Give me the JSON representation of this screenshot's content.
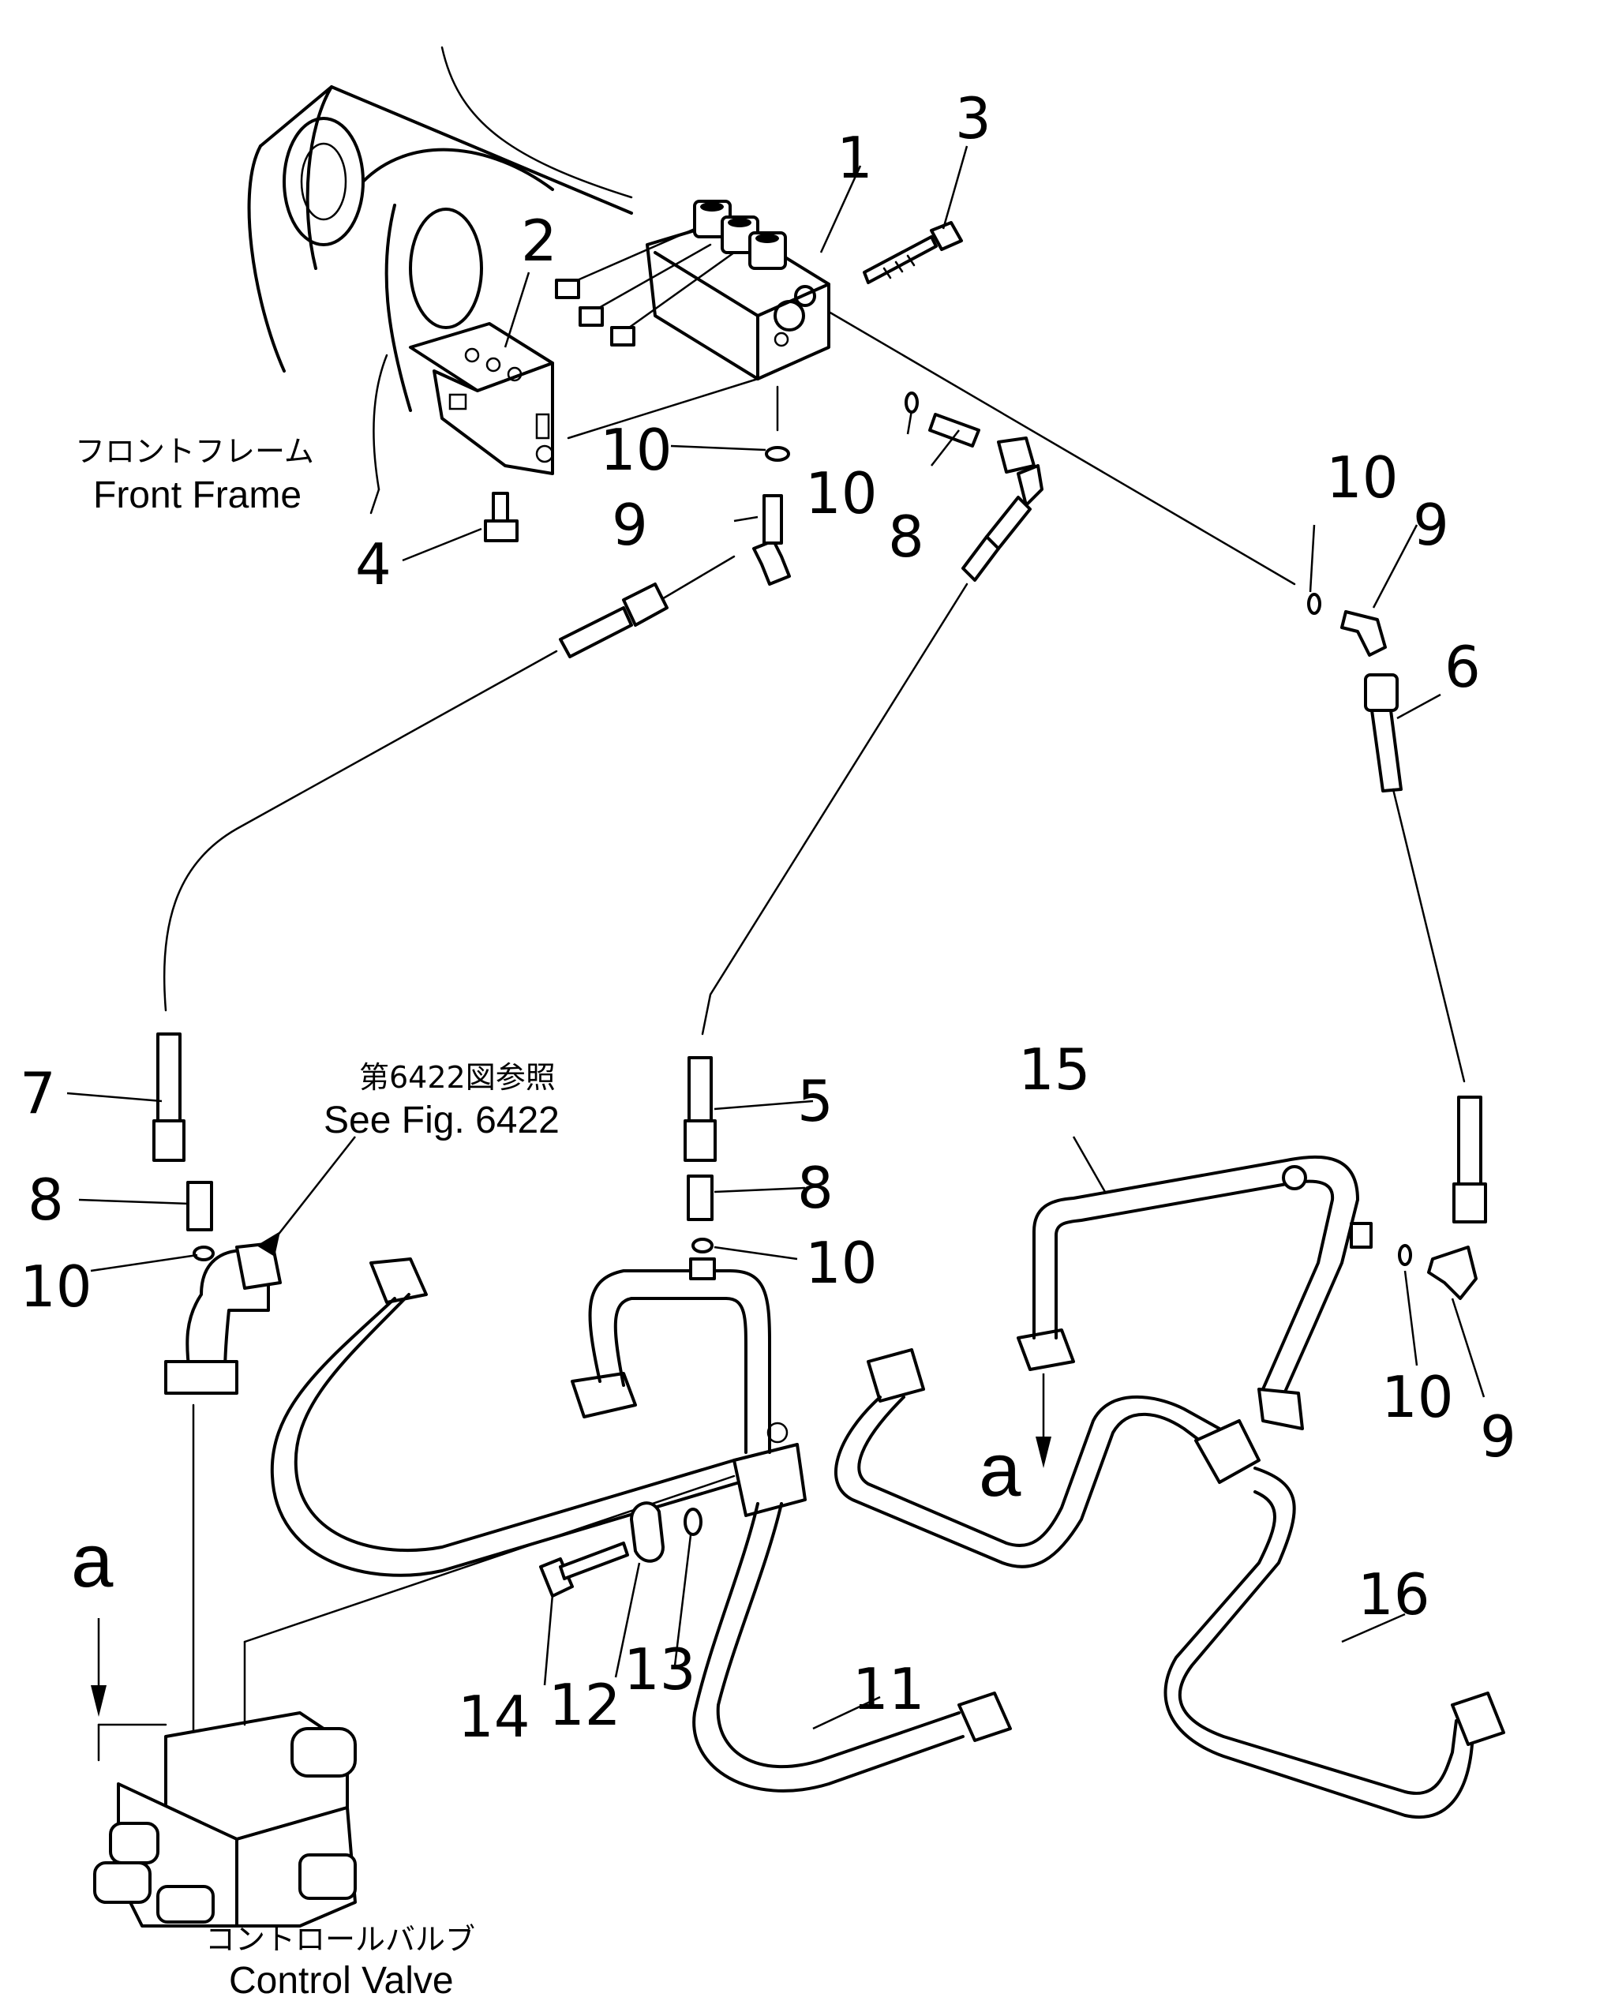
{
  "labels": {
    "front_frame_jp": "フロントフレーム",
    "front_frame_en": "Front Frame",
    "control_valve_jp": "コントロールバルブ",
    "control_valve_en": "Control Valve",
    "see_fig_jp": "第6422図参照",
    "see_fig_en": "See Fig. 6422",
    "view_a": "a"
  },
  "callouts": {
    "p1": "1",
    "p2": "2",
    "p3": "3",
    "p4": "4",
    "p5": "5",
    "p6": "6",
    "p7": "7",
    "p8": "8",
    "p9": "9",
    "p10": "10",
    "p11": "11",
    "p12": "12",
    "p13": "13",
    "p14": "14",
    "p15": "15",
    "p16": "16"
  }
}
